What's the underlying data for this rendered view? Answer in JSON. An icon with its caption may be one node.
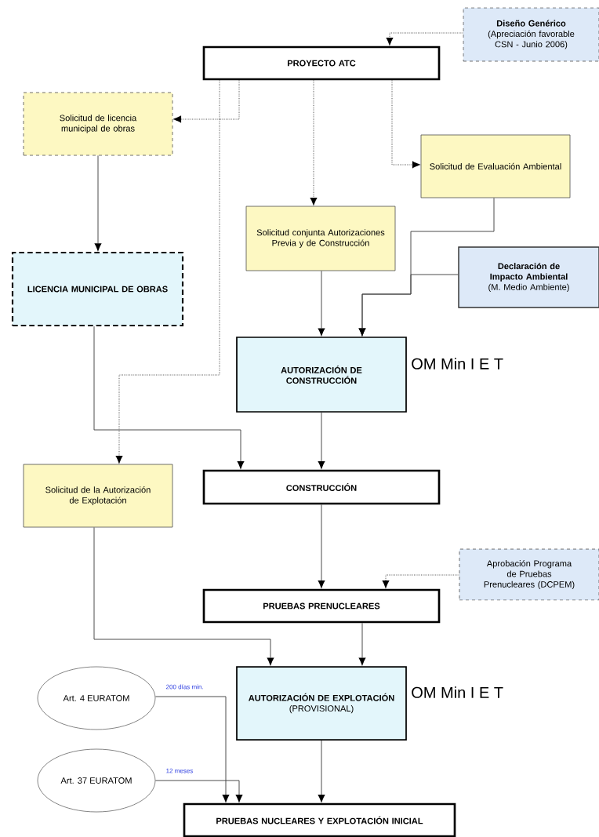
{
  "diagram": {
    "nodes": [
      {
        "text": [
          "Diseño Genérico",
          "(Apreciación favorable CSN - Junio 2006)"
        ]
      },
      {
        "text": [
          "PROYECTO ATC"
        ]
      },
      {
        "text": [
          "Solicitud de licencia municipal de obras"
        ]
      },
      {
        "text": [
          "Solicitud de Evaluación Ambiental"
        ]
      },
      {
        "text": [
          "Solicitud conjunta Autorizaciones Previa y de Construcción"
        ]
      },
      {
        "text": [
          "LICENCIA MUNICIPAL DE OBRAS"
        ]
      },
      {
        "text": [
          "Declaración de Impacto Ambiental",
          "(M. Medio Ambiente)"
        ]
      },
      {
        "text": [
          "AUTORIZACIÓN DE CONSTRUCCIÓN"
        ],
        "beside": [
          "OM Min I E T"
        ]
      },
      {
        "text": [
          "Solicitud de la Autorización de Explotación"
        ]
      },
      {
        "text": [
          "CONSTRUCCIÓN"
        ]
      },
      {
        "text": [
          "Aprobación Programa de Pruebas Prenucleares (DCPEM)"
        ]
      },
      {
        "text": [
          "PRUEBAS PRENUCLEARES"
        ]
      },
      {
        "text": [
          "AUTORIZACIÓN DE EXPLOTACIÓN",
          "(PROVISIONAL)"
        ],
        "beside": [
          "OM Min I E T"
        ]
      },
      {
        "text": [
          "Art. 4 EURATOM"
        ]
      },
      {
        "text": [
          "Art. 37 EURATOM"
        ]
      },
      {
        "text": [
          "PRUEBAS NUCLEARES Y EXPLOTACIÓN INICIAL"
        ]
      }
    ],
    "edges": [
      {
        "from": 0,
        "to": 1,
        "arrow": "to",
        "style": "dashed"
      },
      {
        "from": 1,
        "to": 2,
        "arrow": "to",
        "style": "dashed"
      },
      {
        "from": 1,
        "to": 4,
        "arrow": "to",
        "style": "dashed"
      },
      {
        "from": 1,
        "to": 3,
        "arrow": "to",
        "style": "dashed"
      },
      {
        "from": 1,
        "to": 8,
        "arrow": "to",
        "style": "dashed"
      },
      {
        "from": 2,
        "to": 5,
        "arrow": "to"
      },
      {
        "from": 3,
        "to": 7,
        "arrow": "to"
      },
      {
        "from": 6,
        "to": 7,
        "arrow": "to"
      },
      {
        "from": 4,
        "to": 7,
        "arrow": "to"
      },
      {
        "from": 5,
        "to": 9,
        "arrow": "to"
      },
      {
        "from": 7,
        "to": 9,
        "arrow": "to"
      },
      {
        "from": 9,
        "to": 11,
        "arrow": "to"
      },
      {
        "from": 10,
        "to": 11,
        "arrow": "to",
        "style": "dashed"
      },
      {
        "from": 8,
        "to": 12,
        "arrow": "to"
      },
      {
        "from": 11,
        "to": 12,
        "arrow": "to"
      },
      {
        "from": 13,
        "to": 15,
        "arrow": "to",
        "label": "200 días min."
      },
      {
        "from": 14,
        "to": 15,
        "arrow": "to",
        "label": "12 meses"
      },
      {
        "from": 12,
        "to": 15,
        "arrow": "to"
      }
    ]
  }
}
